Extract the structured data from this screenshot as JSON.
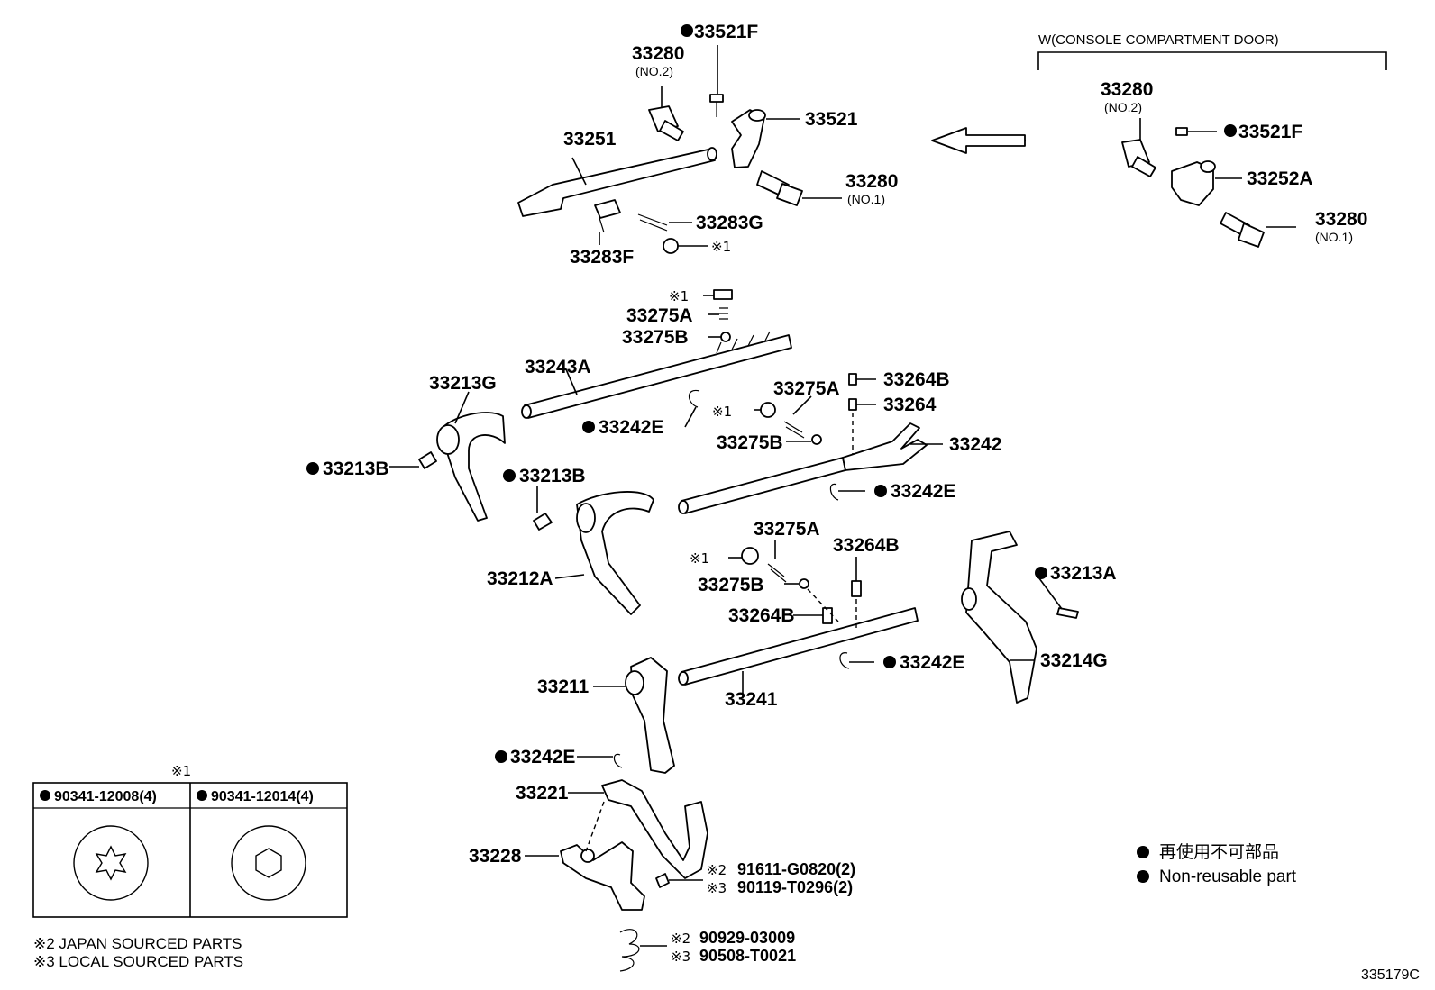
{
  "variant": {
    "title": "W(CONSOLE COMPARTMENT DOOR)"
  },
  "parts": {
    "p33521F_a": "33521F",
    "p33280_a": "33280",
    "p33280_a_sub": "(NO.2)",
    "p33521_a": "33521",
    "p33251": "33251",
    "p33280_b": "33280",
    "p33280_b_sub": "(NO.1)",
    "p33283G": "33283G",
    "p33283F": "33283F",
    "mark1_a": "※1",
    "p33280_c": "33280",
    "p33280_c_sub": "(NO.2)",
    "p33521F_b": "33521F",
    "p33252A": "33252A",
    "p33280_d": "33280",
    "p33280_d_sub": "(NO.1)",
    "mark1_b": "※1",
    "p33275A_a": "33275A",
    "p33275B_a": "33275B",
    "p33243A": "33243A",
    "p33213G": "33213G",
    "p33264B_a": "33264B",
    "p33264": "33264",
    "p33275A_b": "33275A",
    "p33242E_a": "33242E",
    "mark1_c": "※1",
    "p33275B_b": "33275B",
    "p33242": "33242",
    "p33213B_a": "33213B",
    "p33213B_b": "33213B",
    "p33242E_b": "33242E",
    "p33212A": "33212A",
    "p33275A_c": "33275A",
    "p33264B_b": "33264B",
    "mark1_d": "※1",
    "p33275B_c": "33275B",
    "p33213A": "33213A",
    "p33264B_c": "33264B",
    "p33242E_c": "33242E",
    "p33214G": "33214G",
    "p33211": "33211",
    "p33241": "33241",
    "p33242E_d": "33242E",
    "p33221": "33221",
    "p33228": "33228",
    "m2_a": "※2",
    "p91611": "91611-G0820(2)",
    "m3_a": "※3",
    "p90119": "90119-T0296(2)",
    "m2_b": "※2",
    "p90929": "90929-03009",
    "m3_b": "※3",
    "p90508": "90508-T0021"
  },
  "table": {
    "mark": "※1",
    "col1": "90341-12008(4)",
    "col2": "90341-12014(4)"
  },
  "notes": {
    "japan": "※2 JAPAN SOURCED PARTS",
    "local": "※3 LOCAL SOURCED PARTS"
  },
  "legend": {
    "jp": "再使用不可部品",
    "en": "Non-reusable part"
  },
  "diagram_code": "335179C"
}
